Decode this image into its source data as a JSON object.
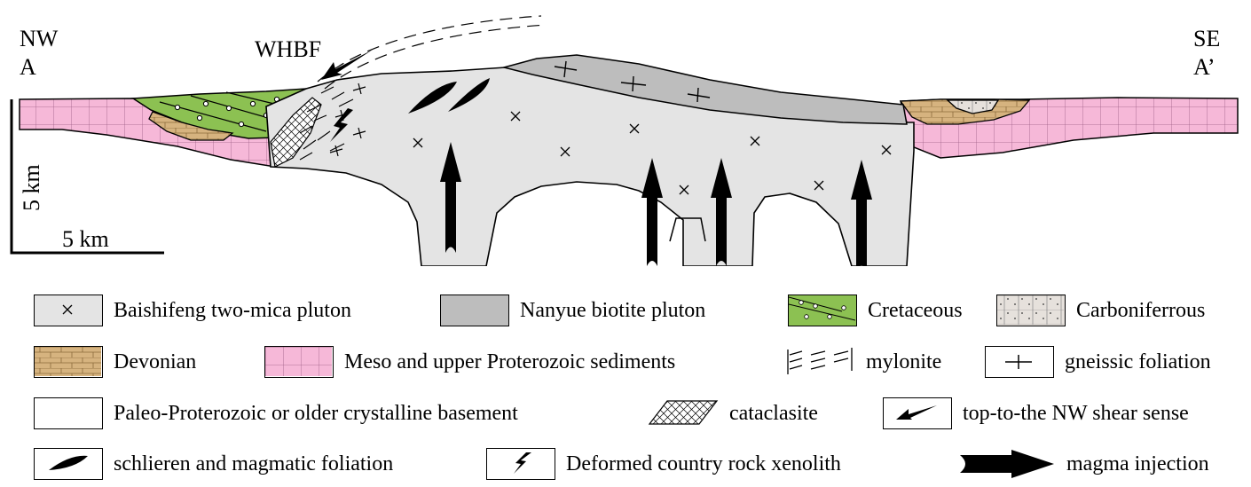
{
  "section": {
    "nw_direction": "NW",
    "nw_point": "A",
    "se_direction": "SE",
    "se_point": "A’",
    "fault_label": "WHBF",
    "vertical_scale": "5 km",
    "horizontal_scale": "5 km"
  },
  "legend": {
    "baishifeng": "Baishifeng two-mica pluton",
    "nanyue": "Nanyue biotite pluton",
    "cretaceous": "Cretaceous",
    "carboniferous": "Carboniferrous",
    "devonian": "Devonian",
    "proterozoic": "Meso and upper Proterozoic sediments",
    "mylonite": "mylonite",
    "gneissic": "gneissic foliation",
    "basement": "Paleo-Proterozoic or older crystalline basement",
    "cataclasite": "cataclasite",
    "shear": "top-to-the NW shear sense",
    "schlieren": "schlieren and magmatic foliation",
    "xenolith": "Deformed country rock xenolith",
    "injection": "magma injection"
  },
  "colors": {
    "baishifeng": "#e4e4e4",
    "nanyue": "#bdbdbd",
    "cretaceous": "#8cc152",
    "carboniferous": "#e6e1dc",
    "devonian": "#d6b37f",
    "proterozoic": "#f6b8d8"
  }
}
